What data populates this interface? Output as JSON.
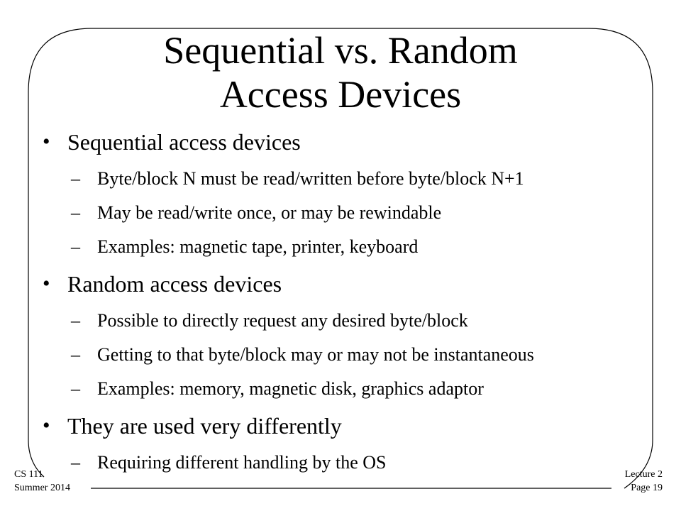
{
  "slide": {
    "title_line1": "Sequential vs. Random",
    "title_line2": "Access Devices",
    "bullets": [
      {
        "text": "Sequential access devices",
        "subs": [
          "Byte/block N must be read/written before byte/block N+1",
          "May be read/write once, or may be rewindable",
          "Examples: magnetic tape, printer, keyboard"
        ]
      },
      {
        "text": "Random access devices",
        "subs": [
          "Possible to directly request any desired byte/block",
          "Getting to that byte/block may or may not be instantaneous",
          "Examples: memory, magnetic disk, graphics adaptor"
        ]
      },
      {
        "text": "They are used very differently",
        "subs": [
          "Requiring different handling by the OS"
        ]
      }
    ],
    "bullet_glyph": "•",
    "dash_glyph": "–"
  },
  "footer": {
    "left_line1": "CS 111",
    "left_line2": "Summer 2014",
    "right_line1": "Lecture 2",
    "right_line2": "Page 19"
  }
}
